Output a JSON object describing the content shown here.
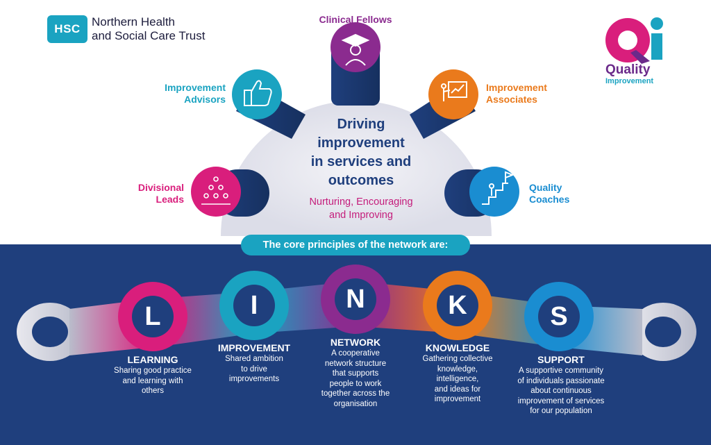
{
  "header": {
    "logo_text": "HSC",
    "trust_line1": "Northern Health",
    "trust_line2": "and Social Care Trust"
  },
  "qi_logo": {
    "title": "Quality",
    "subtitle": "Improvement"
  },
  "roles": [
    {
      "key": "clinical-fellows",
      "label": "Clinical Fellows",
      "color": "#8b2b8f",
      "icon": "graduate-icon"
    },
    {
      "key": "improvement-advisors",
      "line1": "Improvement",
      "line2": "Advisors",
      "color": "#1aa3c1",
      "icon": "thumbs-up-icon"
    },
    {
      "key": "improvement-associates",
      "line1": "Improvement",
      "line2": "Associates",
      "color": "#ea7a1c",
      "icon": "presenter-icon"
    },
    {
      "key": "divisional-leads",
      "line1": "Divisional",
      "line2": "Leads",
      "color": "#d91e7c",
      "icon": "people-pyramid-icon"
    },
    {
      "key": "quality-coaches",
      "line1": "Quality",
      "line2": "Coaches",
      "color": "#1a8dd1",
      "icon": "climbing-flag-icon"
    }
  ],
  "center": {
    "title_lines": [
      "Driving",
      "improvement",
      "in services and",
      "outcomes"
    ],
    "subtitle_lines": [
      "Nurturing, Encouraging",
      "and Improving"
    ]
  },
  "banner": "The core principles of the network are:",
  "principles": [
    {
      "letter": "L",
      "title": "LEARNING",
      "desc_lines": [
        "Sharing good practice",
        "and learning with",
        "others"
      ],
      "color": "#d91e7c"
    },
    {
      "letter": "I",
      "title": "IMPROVEMENT",
      "desc_lines": [
        "Shared ambition",
        "to drive",
        "improvements"
      ],
      "color": "#1aa3c1"
    },
    {
      "letter": "N",
      "title": "NETWORK",
      "desc_lines": [
        "A cooperative",
        "network structure",
        "that supports",
        "people to work",
        "together across the",
        "organisation"
      ],
      "color": "#8b2b8f"
    },
    {
      "letter": "K",
      "title": "KNOWLEDGE",
      "desc_lines": [
        "Gathering collective",
        "knowledge,",
        "intelligence,",
        "and ideas for",
        "improvement"
      ],
      "color": "#ea7a1c"
    },
    {
      "letter": "S",
      "title": "SUPPORT",
      "desc_lines": [
        "A supportive community",
        "of individuals passionate",
        "about continuous",
        "improvement of services",
        "for our population"
      ],
      "color": "#1a8dd1"
    }
  ]
}
